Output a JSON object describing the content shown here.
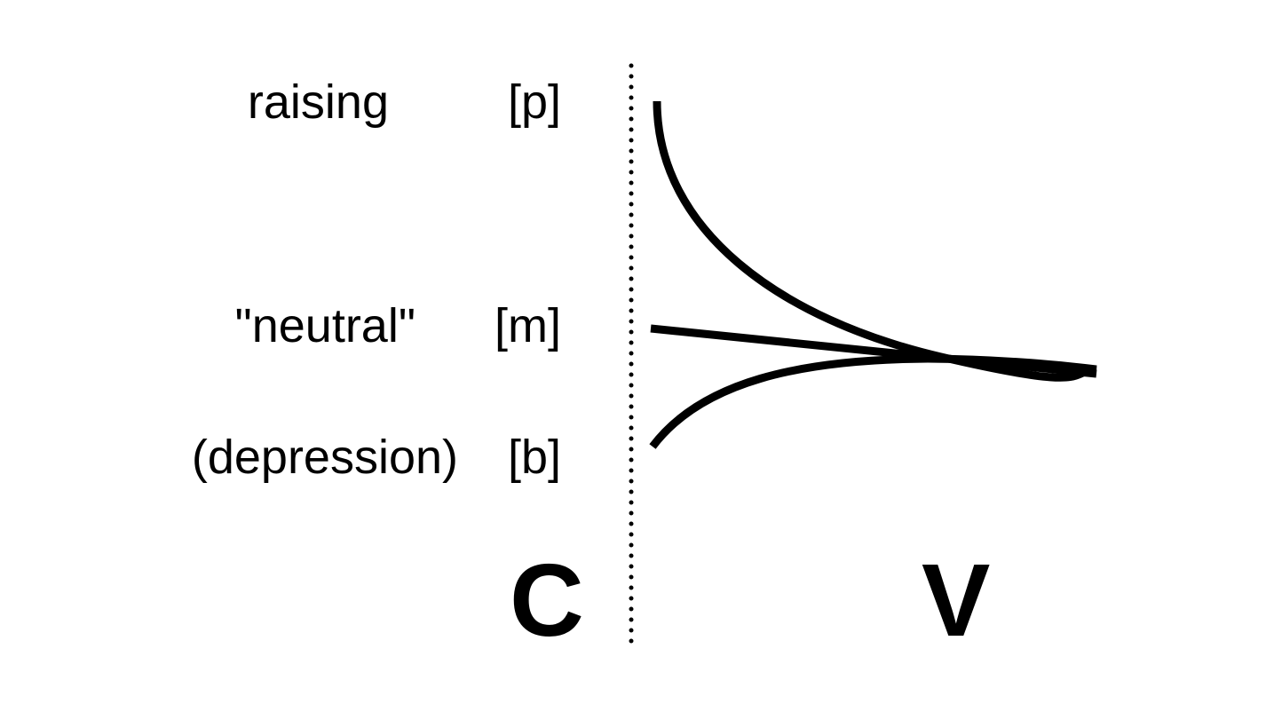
{
  "rows": [
    {
      "effect": "raising",
      "consonant": "[p]"
    },
    {
      "effect": "\"neutral\"",
      "consonant": "[m]"
    },
    {
      "effect": "(depression)",
      "consonant": "[b]"
    }
  ],
  "segments": {
    "consonant": "C",
    "vowel": "V"
  },
  "colors": {
    "ink": "#000000",
    "background": "#ffffff"
  }
}
